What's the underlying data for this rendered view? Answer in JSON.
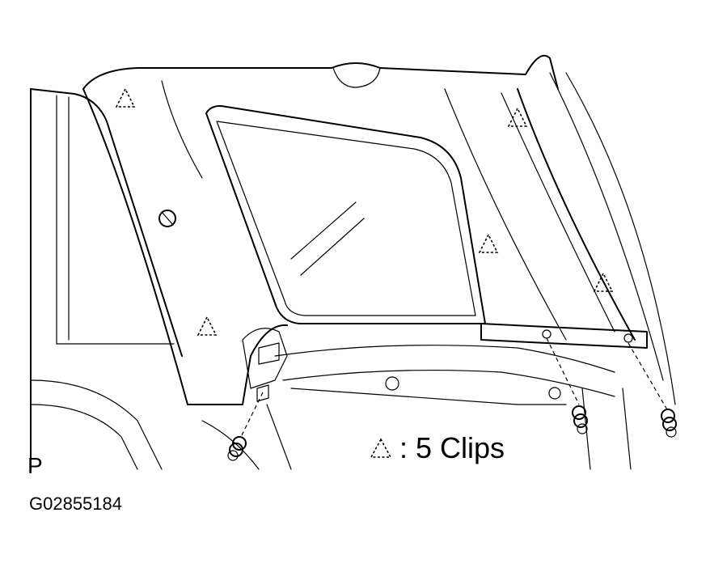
{
  "figure": {
    "legend_symbol": "clip-location-triangle",
    "legend_text": ": 5 Clips",
    "view_letter": "P",
    "figure_code": "G02855184"
  }
}
